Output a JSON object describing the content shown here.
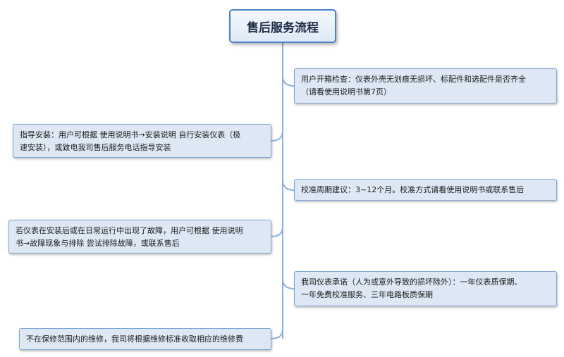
{
  "diagram": {
    "root": {
      "label": "售后服务流程"
    },
    "branches_right": [
      {
        "text": "用户开箱检查：仪表外壳无划痕无损坏、标配件和选配件是否齐全\n（请看使用说明书第7页）"
      },
      {
        "text": "校准周期建议：3~12个月。校准方式请看使用说明书或联系售后"
      },
      {
        "text": "我司仪表承诺（人为或意外导致的损坏除外）：一年仪表质保期、\n一年免费校准服务、三年电路板质保期"
      }
    ],
    "branches_left": [
      {
        "text": "指导安装：用户可根据 使用说明书→安装说明 自行安装仪表（极\n速安装），或致电我司售后服务电话指导安装"
      },
      {
        "text": "若仪表在安装后或在日常运行中出现了故障，用户可根据 使用说明\n书→故障现象与排除 尝试排除故障，或联系售后"
      },
      {
        "text": "不在保修范围内的维修，我司将根据维修标准收取相应的维修费"
      }
    ]
  },
  "colors": {
    "connector": "#8db1d8",
    "node_fill": "#dde8f4",
    "node_border": "#7ea6d3",
    "root_border": "#4a83c9",
    "text": "#1b1b1b"
  }
}
